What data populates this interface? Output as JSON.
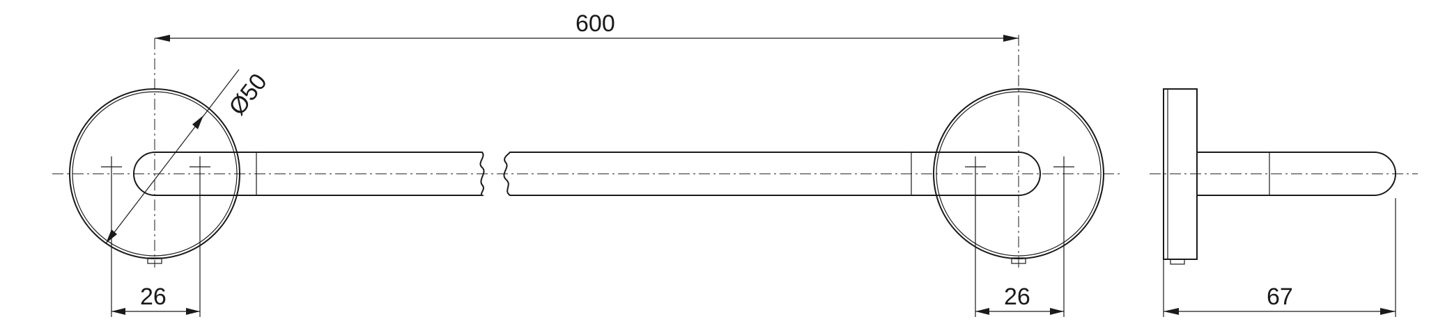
{
  "drawing": {
    "dimensions": {
      "overall_length": "600",
      "diameter": "Ø50",
      "hole_spacing_left": "26",
      "hole_spacing_right": "26",
      "projection": "67"
    },
    "colors": {
      "line": "#1a1a1a",
      "background": "#ffffff"
    }
  }
}
